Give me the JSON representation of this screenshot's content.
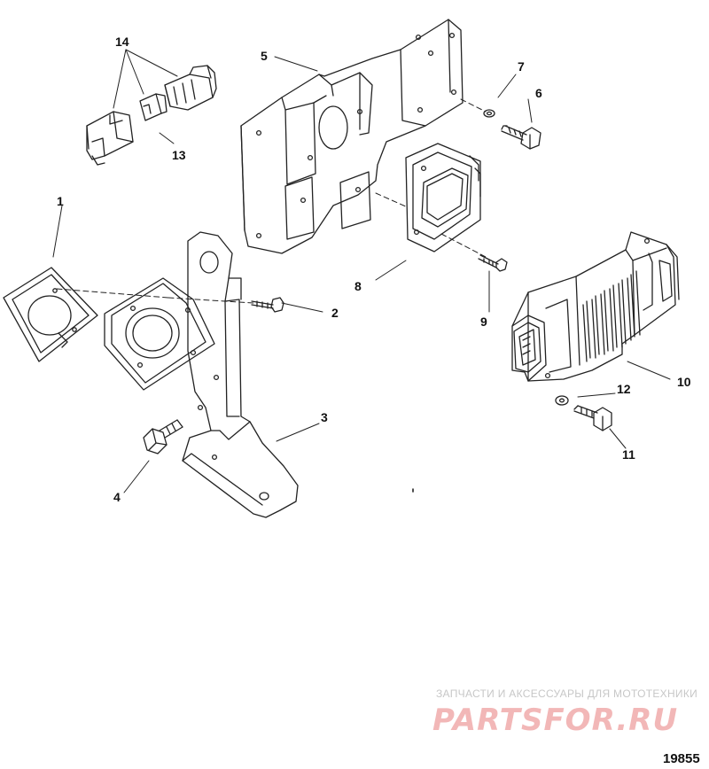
{
  "callouts": {
    "c1": "1",
    "c2": "2",
    "c3": "3",
    "c4": "4",
    "c5": "5",
    "c6": "6",
    "c7": "7",
    "c8": "8",
    "c9": "9",
    "c10": "10",
    "c11": "11",
    "c12": "12",
    "c13": "13",
    "c14": "14"
  },
  "watermark": {
    "caption": "ЗАПЧАСТИ И АКСЕССУАРЫ ДЛЯ МОТОТЕХНИКИ",
    "logo_text": "PARTSFOR.RU",
    "logo_color": "#f2b7b7"
  },
  "figure_number": "19855",
  "line_color": "#222222"
}
